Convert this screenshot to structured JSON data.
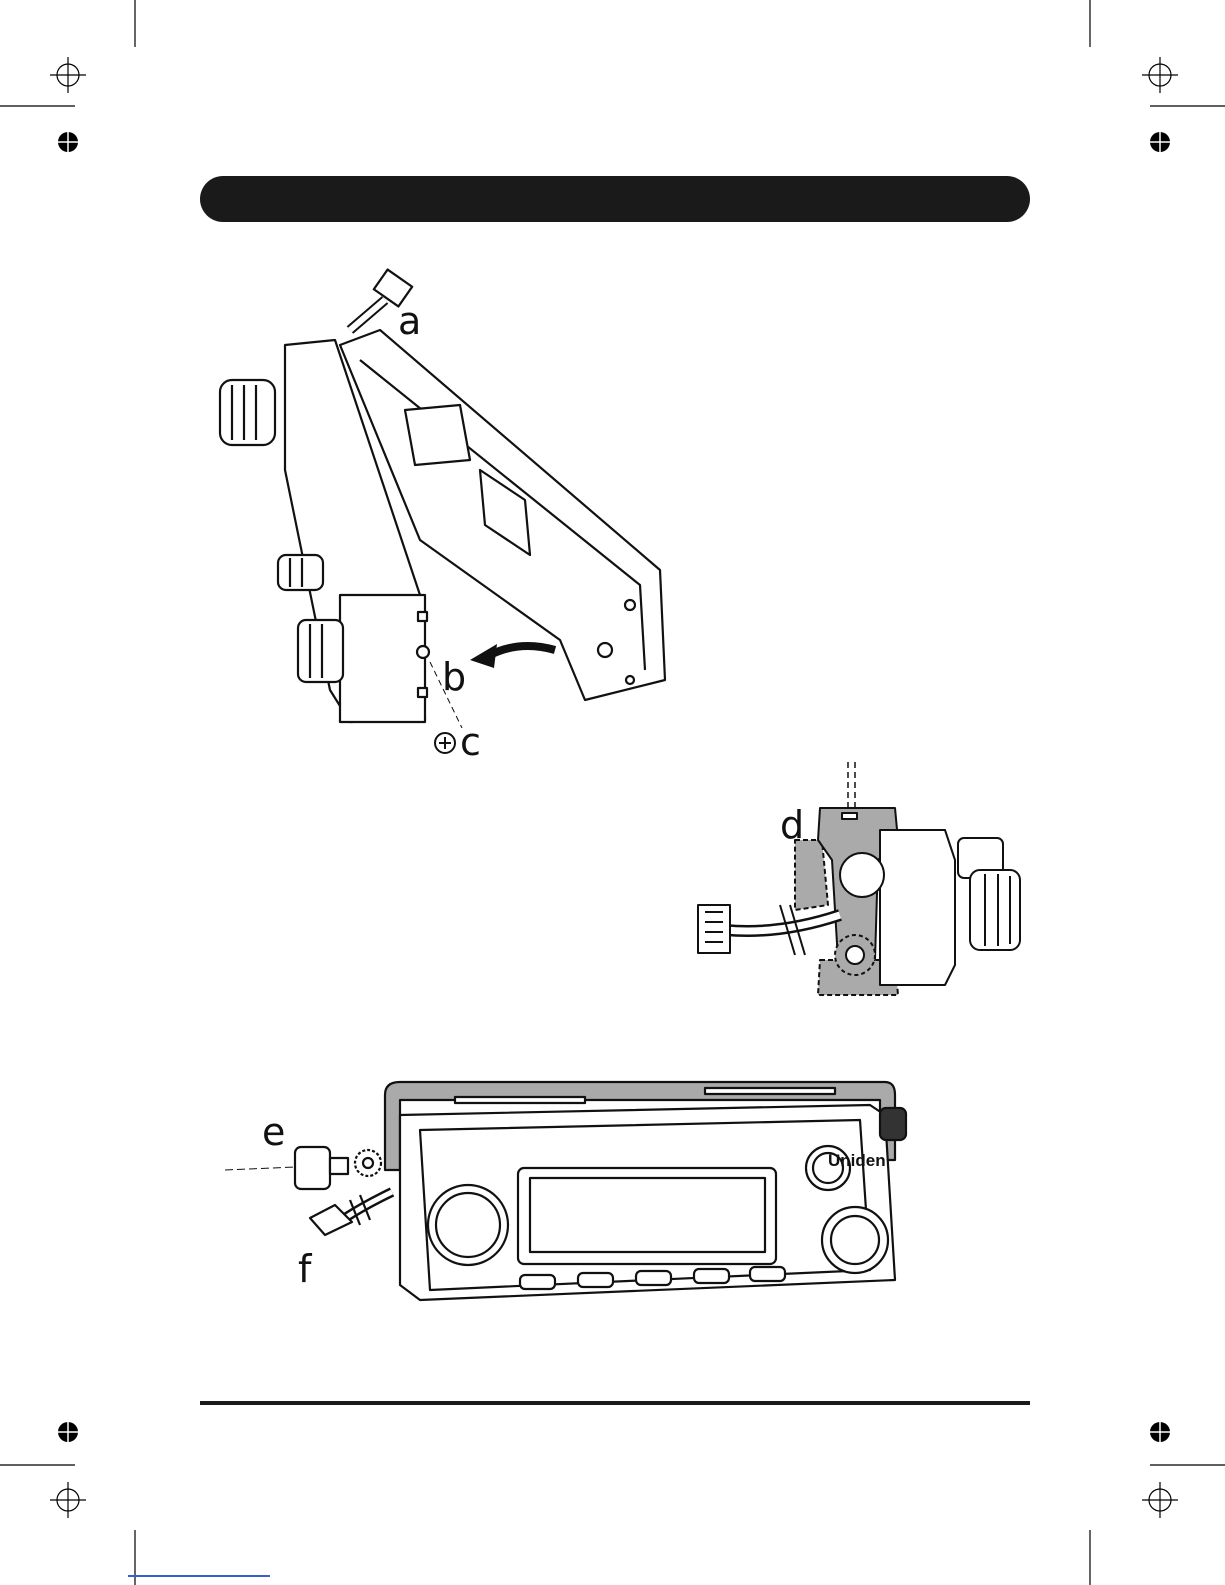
{
  "callouts": {
    "a": "a",
    "b": "b",
    "c": "c",
    "d": "d",
    "e": "e",
    "f": "f"
  },
  "radio": {
    "brand_logo": "Uniden"
  },
  "colors": {
    "ink": "#1a1a1a",
    "shade": "#aaaaaa",
    "page": "#ffffff",
    "link": "#3a5fcd"
  },
  "icons": [
    "registration-mark-icon",
    "registration-dot-icon",
    "crop-mark-icon",
    "curved-arrow-icon",
    "phillips-screw-icon",
    "toothed-washer-icon",
    "thumb-knob-icon",
    "cable-connector-icon"
  ]
}
